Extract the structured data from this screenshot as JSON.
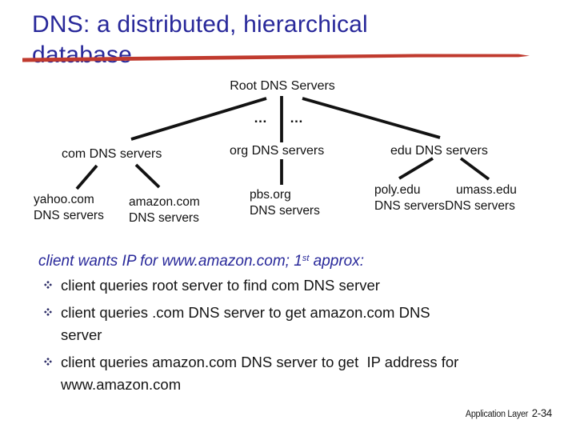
{
  "slide": {
    "title_line1": "DNS: a distributed, hierarchical",
    "title_line2": "database",
    "footer": {
      "label": "Application Layer",
      "page": "2-34"
    }
  },
  "tree": {
    "root_label": "Root DNS Servers",
    "ellipsis_left": "…",
    "ellipsis_right": "…",
    "tlds": [
      {
        "label": "com DNS servers"
      },
      {
        "label": "org DNS servers"
      },
      {
        "label": "edu DNS servers"
      }
    ],
    "leaves": [
      {
        "label": "yahoo.com\nDNS servers"
      },
      {
        "label": "amazon.com\nDNS servers"
      },
      {
        "label": "pbs.org\nDNS servers"
      },
      {
        "label": "poly.edu\nDNS servers"
      },
      {
        "label": "umass.edu\nDNS servers"
      }
    ]
  },
  "body": {
    "heading": {
      "pre": "client wants IP for www.amazon.com; 1",
      "sup": "st",
      "post": " approx:"
    },
    "bullets": [
      "client queries root server to find com DNS server",
      "client queries .com DNS server to get amazon.com DNS\nserver",
      "client queries amazon.com DNS server to get  IP address for\nwww.amazon.com"
    ]
  },
  "colors": {
    "title_text": "#28289A",
    "strike_line": "#C03A2E",
    "tree_lines": "#121212",
    "body_text": "#141414"
  }
}
